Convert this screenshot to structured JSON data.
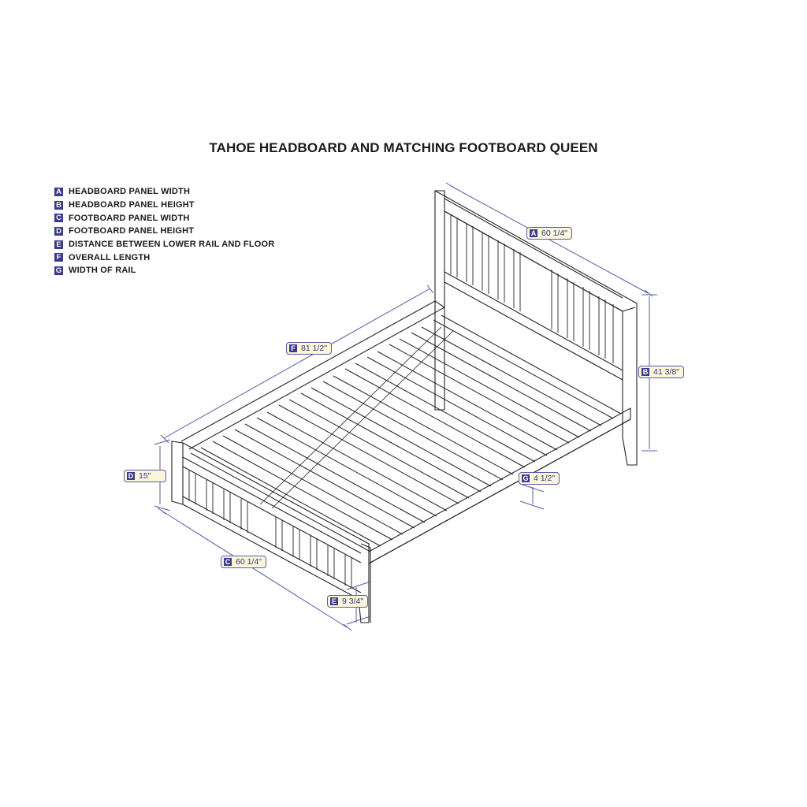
{
  "title": "TAHOE HEADBOARD AND MATCHING FOOTBOARD QUEEN",
  "colors": {
    "badge": "#3b3a8c",
    "dimension_line": "#5a5aa8",
    "callout_fill": "#fbf6d9",
    "drawing_line": "#222222"
  },
  "legend": {
    "items": [
      {
        "key": "A",
        "label": "HEADBOARD PANEL WIDTH"
      },
      {
        "key": "B",
        "label": "HEADBOARD PANEL HEIGHT"
      },
      {
        "key": "C",
        "label": "FOOTBOARD PANEL WIDTH"
      },
      {
        "key": "D",
        "label": "FOOTBOARD PANEL HEIGHT"
      },
      {
        "key": "E",
        "label": "DISTANCE BETWEEN LOWER RAIL AND FLOOR"
      },
      {
        "key": "F",
        "label": "OVERALL LENGTH"
      },
      {
        "key": "G",
        "label": "WIDTH OF RAIL"
      }
    ]
  },
  "dimensions": {
    "A": {
      "key": "A",
      "value": "60 1/4\""
    },
    "B": {
      "key": "B",
      "value": "41 3/8\""
    },
    "C": {
      "key": "C",
      "value": "60 1/4\""
    },
    "D": {
      "key": "D",
      "value": "15\""
    },
    "E": {
      "key": "E",
      "value": "9 3/4\""
    },
    "F": {
      "key": "F",
      "value": "81 1/2\""
    },
    "G": {
      "key": "G",
      "value": "4 1/2\""
    }
  }
}
